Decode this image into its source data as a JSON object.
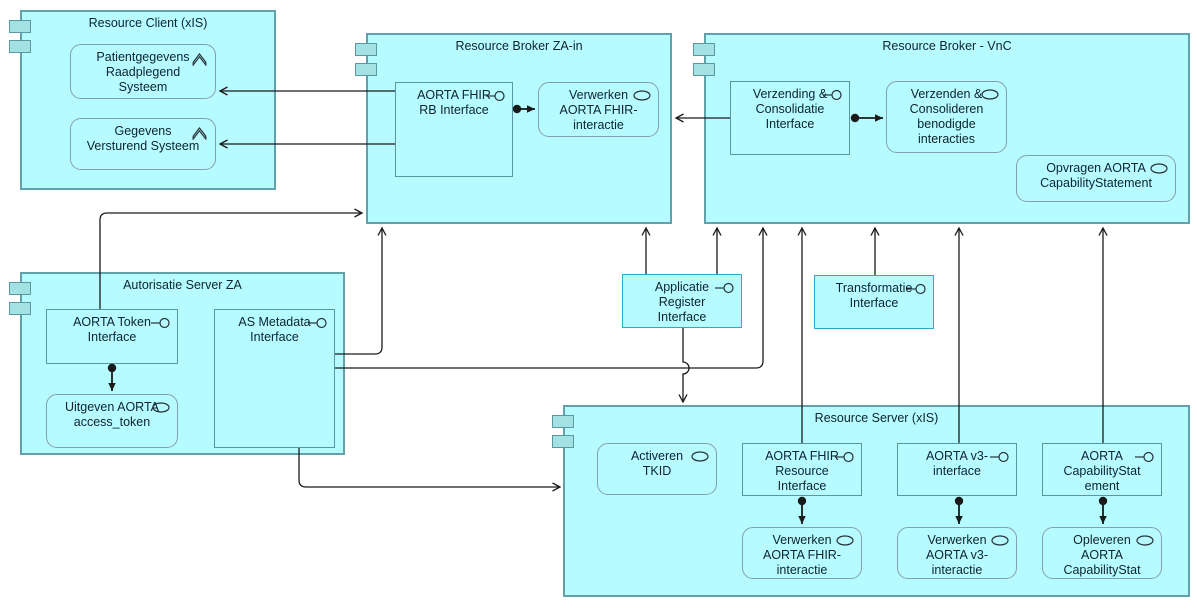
{
  "colors": {
    "fill": "#b6fbff",
    "container_border": "#62a0ac",
    "square_border": "#5797a5",
    "rounded_border": "#85a0ab",
    "standalone_border": "#2fa9c9",
    "tab_fill": "#a3e2e2",
    "text": "#0c2430",
    "line": "#1a1a1a"
  },
  "containers": {
    "resource_client": {
      "title": "Resource Client (xIS)"
    },
    "broker_za_in": {
      "title": "Resource Broker ZA-in"
    },
    "broker_vnc": {
      "title": "Resource Broker - VnC"
    },
    "autorisatie_server": {
      "title": "Autorisatie Server ZA"
    },
    "resource_server": {
      "title": "Resource Server (xIS)"
    }
  },
  "elements": {
    "patientgegevens": {
      "label": "Patientgegevens\nRaadplegend\nSysteem",
      "icon": "function-icon"
    },
    "gegevens_versturend": {
      "label": "Gegevens\nVersturend Systeem",
      "icon": "function-icon"
    },
    "aorta_fhir_rb_interface": {
      "label": "AORTA FHIR\nRB Interface",
      "icon": "interface-icon"
    },
    "verwerken_fhir_broker": {
      "label": "Verwerken\nAORTA FHIR-\ninteractie",
      "icon": "service-icon"
    },
    "verzending_consolidatie": {
      "label": "Verzending &\nConsolidatie\nInterface",
      "icon": "interface-icon"
    },
    "verzenden_consolideren": {
      "label": "Verzenden &\nConsolideren\nbenodigde\ninteracties",
      "icon": "service-icon"
    },
    "opvragen_capability": {
      "label": "Opvragen AORTA\nCapabilityStatement",
      "icon": "service-icon"
    },
    "aorta_token_interface": {
      "label": "AORTA Token\nInterface",
      "icon": "interface-icon"
    },
    "uitgeven_access_token": {
      "label": "Uitgeven AORTA\naccess_token",
      "icon": "service-icon"
    },
    "as_metadata_interface": {
      "label": "AS Metadata\nInterface",
      "icon": "interface-icon"
    },
    "applicatie_register_interface": {
      "label": "Applicatie\nRegister\nInterface",
      "icon": "interface-icon"
    },
    "transformatie_interface": {
      "label": "Transformatie\nInterface",
      "icon": "interface-icon"
    },
    "activeren_tkid": {
      "label": "Activeren\nTKID",
      "icon": "service-icon"
    },
    "aorta_fhir_resource_interface": {
      "label": "AORTA FHIR\nResource\nInterface",
      "icon": "interface-icon"
    },
    "aorta_v3_interface": {
      "label": "AORTA v3-\ninterface",
      "icon": "interface-icon"
    },
    "aorta_capabilitystatement": {
      "label": "AORTA\nCapabilityStat\nement",
      "icon": "interface-icon"
    },
    "verwerken_fhir_server": {
      "label": "Verwerken\nAORTA FHIR-\ninteractie",
      "icon": "service-icon"
    },
    "verwerken_v3": {
      "label": "Verwerken\nAORTA v3-\ninteractie",
      "icon": "service-icon"
    },
    "opleveren_capabilitystat": {
      "label": "Opleveren\nAORTA\nCapabilityStat",
      "icon": "service-icon"
    }
  },
  "relations": [
    {
      "type": "serving",
      "from": "aorta_fhir_rb_interface",
      "to": "patientgegevens"
    },
    {
      "type": "serving",
      "from": "aorta_fhir_rb_interface",
      "to": "gegevens_versturend"
    },
    {
      "type": "serving",
      "from": "verzending_consolidatie",
      "to": "broker_za_in"
    },
    {
      "type": "serving",
      "from": "aorta_token_interface",
      "to": "broker_za_in"
    },
    {
      "type": "serving",
      "from": "as_metadata_interface",
      "to": "broker_za_in"
    },
    {
      "type": "serving",
      "from": "as_metadata_interface",
      "to": "broker_vnc"
    },
    {
      "type": "serving",
      "from": "as_metadata_interface",
      "to": "resource_server"
    },
    {
      "type": "serving",
      "from": "applicatie_register_interface",
      "to": "broker_za_in"
    },
    {
      "type": "serving",
      "from": "applicatie_register_interface",
      "to": "broker_vnc"
    },
    {
      "type": "serving",
      "from": "applicatie_register_interface",
      "to": "resource_server"
    },
    {
      "type": "serving",
      "from": "transformatie_interface",
      "to": "broker_vnc"
    },
    {
      "type": "serving",
      "from": "aorta_fhir_resource_interface",
      "to": "broker_vnc"
    },
    {
      "type": "serving",
      "from": "aorta_v3_interface",
      "to": "broker_vnc"
    },
    {
      "type": "serving",
      "from": "aorta_capabilitystatement",
      "to": "broker_vnc"
    },
    {
      "type": "assignment",
      "from": "aorta_fhir_rb_interface",
      "to": "verwerken_fhir_broker"
    },
    {
      "type": "assignment",
      "from": "verzending_consolidatie",
      "to": "verzenden_consolideren"
    },
    {
      "type": "assignment",
      "from": "aorta_token_interface",
      "to": "uitgeven_access_token"
    },
    {
      "type": "assignment",
      "from": "aorta_fhir_resource_interface",
      "to": "verwerken_fhir_server"
    },
    {
      "type": "assignment",
      "from": "aorta_v3_interface",
      "to": "verwerken_v3"
    },
    {
      "type": "assignment",
      "from": "aorta_capabilitystatement",
      "to": "opleveren_capabilitystat"
    }
  ]
}
